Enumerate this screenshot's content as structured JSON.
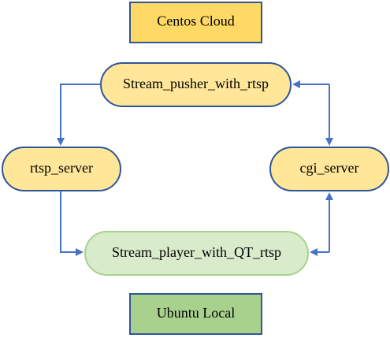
{
  "legend": {
    "cloud_label": "Centos Cloud",
    "local_label": "Ubuntu Local"
  },
  "nodes": {
    "stream_pusher": "Stream_pusher_with_rtsp",
    "rtsp_server": "rtsp_server",
    "cgi_server": "cgi_server",
    "stream_player": "Stream_player_with_QT_rtsp"
  },
  "colors": {
    "cloud_fill": "#FFD966",
    "cloud_node_fill": "#FFE699",
    "local_fill": "#A9D18E",
    "local_node_fill": "#D8EBCB",
    "border_blue": "#2F5597",
    "local_node_border": "#A9D18E",
    "arrow": "#4472C4"
  }
}
